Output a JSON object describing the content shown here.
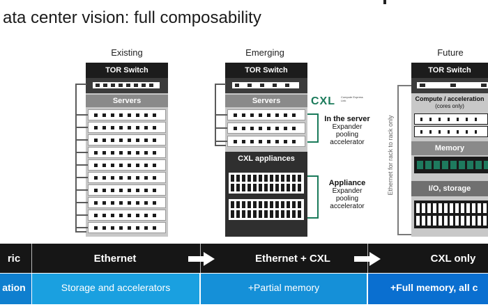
{
  "title": "ata center vision: full composability",
  "columns": {
    "existing": {
      "label": "Existing",
      "tor": "TOR Switch",
      "servers": "Servers"
    },
    "emerging": {
      "label": "Emerging",
      "tor": "TOR Switch",
      "servers": "Servers",
      "cxl_logo": "CXL",
      "cxl_logo_sub": "Compute Express Link",
      "cxl_appliances": "CXL appliances",
      "in_server_title": "In the server",
      "in_server_lines": [
        "Expander",
        "pooling",
        "accelerator"
      ],
      "appliance_title": "Appliance",
      "appliance_lines": [
        "Expander",
        "pooling",
        "accelerator"
      ]
    },
    "future": {
      "label": "Future",
      "tor": "TOR Switch",
      "compute": "Compute / acceleration",
      "compute_sub": "(cores only)",
      "memory": "Memory",
      "io_storage": "I/O, storage",
      "side_label": "Ethernet for rack to rack only"
    }
  },
  "fabric_row": {
    "label": "ric",
    "cells": [
      "Ethernet",
      "Ethernet + CXL",
      "CXL only"
    ]
  },
  "composition_row": {
    "label": "ation",
    "cells": [
      "Storage and accelerators",
      "+Partial memory",
      "+Full memory, all c"
    ]
  },
  "colors": {
    "dark": "#161616",
    "light_blue": "#1aa0e0",
    "mid_blue": "#1590d8",
    "dark_blue": "#0a6fd0",
    "green": "#1a7a5a"
  }
}
